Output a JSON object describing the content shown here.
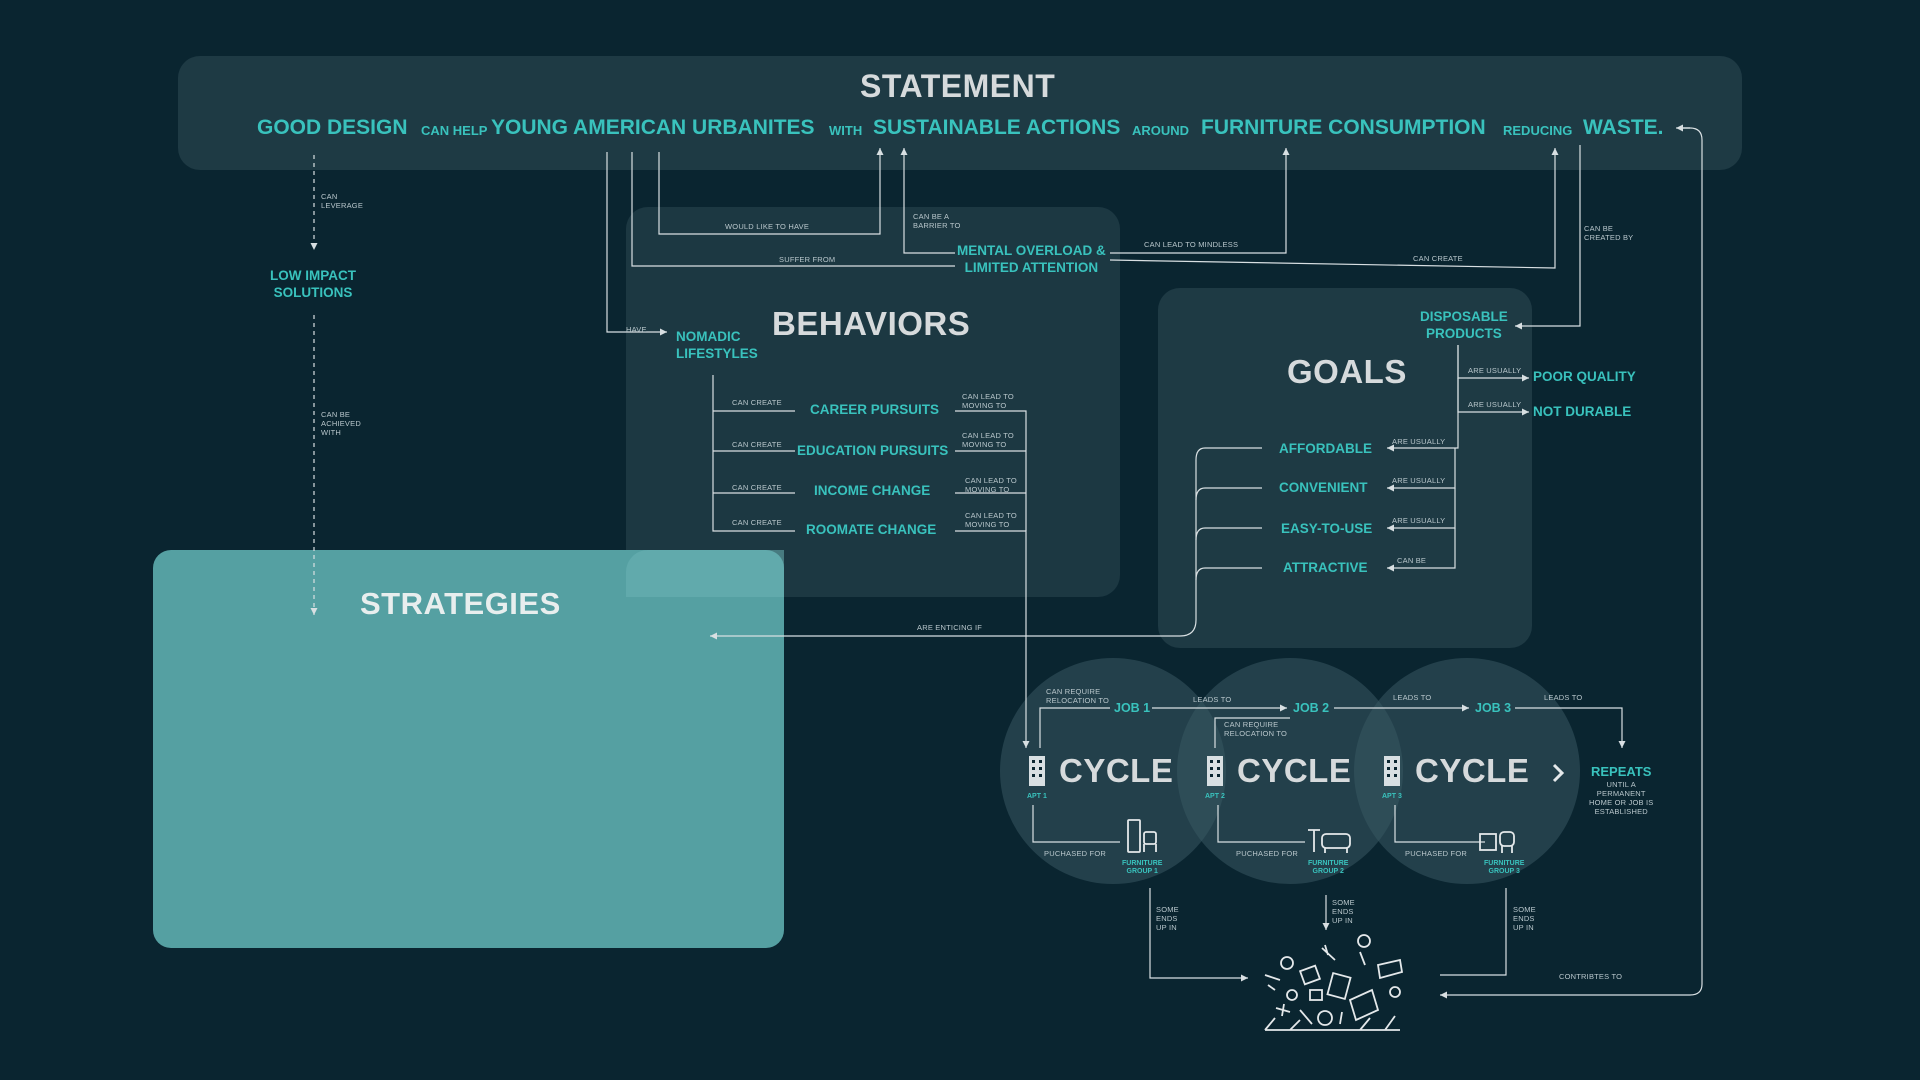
{
  "colors": {
    "background": "#0a2530",
    "panel": "#1e3a44",
    "accent": "#39c2bd",
    "strategies": "#55a0a2",
    "line": "#d8dfe2"
  },
  "statement": {
    "title": "STATEMENT",
    "parts": [
      "GOOD DESIGN",
      "CAN HELP",
      "YOUNG AMERICAN URBANITES",
      "WITH",
      "SUSTAINABLE ACTIONS",
      "AROUND",
      "FURNITURE CONSUMPTION",
      "REDUCING",
      "WASTE."
    ]
  },
  "left": {
    "can_leverage": "CAN\nLEVERAGE",
    "low_impact": "LOW IMPACT\nSOLUTIONS",
    "can_be_achieved": "CAN BE\nACHIEVED\nWITH",
    "strategies_title": "STRATEGIES"
  },
  "behaviors": {
    "title": "BEHAVIORS",
    "nomadic": "NOMADIC\nLIFESTYLES",
    "have": "HAVE",
    "mental": "MENTAL OVERLOAD &\nLIMITED ATTENTION",
    "would_like": "WOULD LIKE TO HAVE",
    "suffer_from": "SUFFER FROM",
    "barrier": "CAN BE A\nBARRIER TO",
    "mindless": "CAN LEAD TO MINDLESS",
    "can_create_waste": "CAN CREATE",
    "created_by": "CAN BE\nCREATED BY",
    "items": [
      {
        "label": "CAREER PURSUITS",
        "create": "CAN CREATE",
        "lead": "CAN LEAD TO\nMOVING TO"
      },
      {
        "label": "EDUCATION PURSUITS",
        "create": "CAN CREATE",
        "lead": "CAN LEAD TO\nMOVING TO"
      },
      {
        "label": "INCOME CHANGE",
        "create": "CAN CREATE",
        "lead": "CAN LEAD TO\nMOVING TO"
      },
      {
        "label": "ROOMATE CHANGE",
        "create": "CAN CREATE",
        "lead": "CAN LEAD TO\nMOVING TO"
      }
    ]
  },
  "goals": {
    "title": "GOALS",
    "disposable": "DISPOSABLE\nPRODUCTS",
    "poor_quality": "POOR QUALITY",
    "not_durable": "NOT DURABLE",
    "are_usually": "ARE USUALLY",
    "items": [
      {
        "label": "AFFORDABLE",
        "rel": "ARE USUALLY"
      },
      {
        "label": "CONVENIENT",
        "rel": "ARE USUALLY"
      },
      {
        "label": "EASY-TO-USE",
        "rel": "ARE USUALLY"
      },
      {
        "label": "ATTRACTIVE",
        "rel": "CAN BE"
      }
    ],
    "enticing": "ARE ENTICING IF"
  },
  "cycles": {
    "word": "CYCLE",
    "jobs": [
      "JOB 1",
      "JOB 2",
      "JOB 3"
    ],
    "apts": [
      "APT 1",
      "APT 2",
      "APT 3"
    ],
    "furniture": [
      "FURNITURE\nGROUP 1",
      "FURNITURE\nGROUP 2",
      "FURNITURE\nGROUP 3"
    ],
    "relocation": "CAN REQUIRE\nRELOCATION TO",
    "leads_to": "LEADS TO",
    "purchased": "PUCHASED FOR",
    "some_ends": "SOME\nENDS\nUP IN",
    "repeats": "REPEATS",
    "repeats_sub": "UNTIL A\nPERMANENT\nHOME OR JOB IS\nESTABLISHED",
    "contributes": "CONTRIBTES TO"
  }
}
